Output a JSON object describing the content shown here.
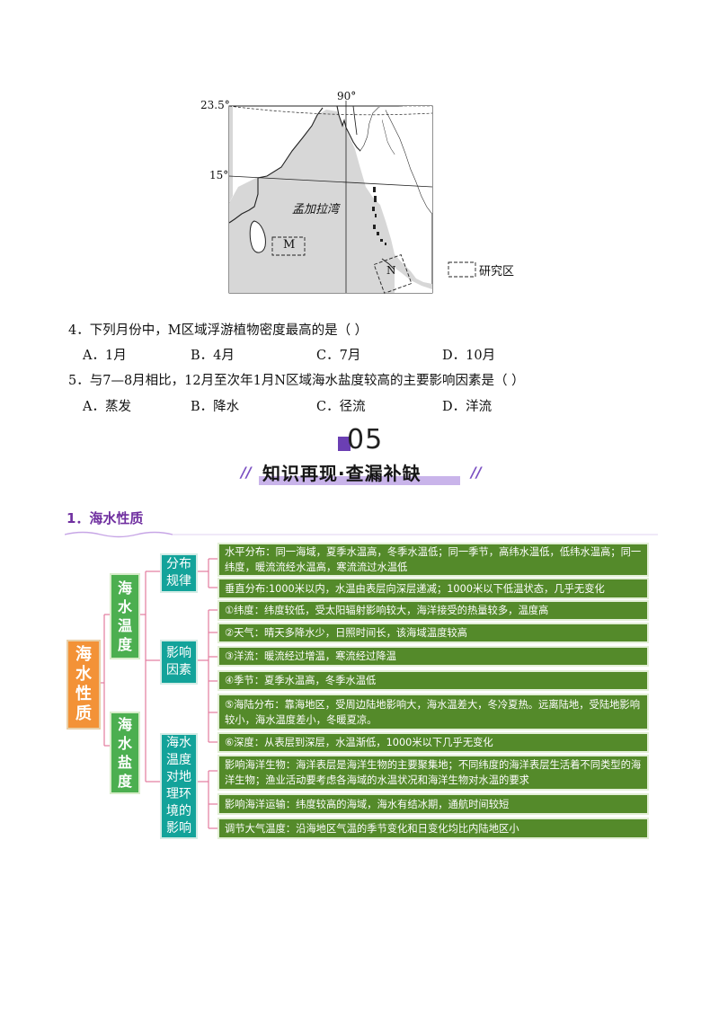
{
  "map": {
    "lat_top": "23.5°",
    "lat_mid": "15°",
    "lon_label": "90°",
    "bay_label": "孟加拉湾",
    "zone_m": "M",
    "zone_n": "N",
    "legend_label": "研究区"
  },
  "questions": [
    {
      "stem": "4．下列月份中，M区域浮游植物密度最高的是（    ）",
      "options": [
        "A．1月",
        "B．4月",
        "C．7月",
        "D．10月"
      ]
    },
    {
      "stem": "5．与7—8月相比，12月至次年1月N区域海水盐度较高的主要影响因素是（    ）",
      "options": [
        "A．蒸发",
        "B．降水",
        "C．径流",
        "D．洋流"
      ]
    }
  ],
  "banner": {
    "number": "05",
    "title": "知识再现·查漏补缺"
  },
  "section": {
    "title": "1．海水性质"
  },
  "mindmap": {
    "root": "海水性质",
    "temp": "海水温度",
    "salinity": "海水盐度",
    "dist": "分布规律",
    "factors": "影响因素",
    "env": "海水温度对地理环境的影响",
    "leaves": [
      "水平分布：同一海域，夏季水温高，冬季水温低；同一季节，高纬水温低，低纬水温高；同一纬度，暖流流经水温高，寒流流过水温低",
      "垂直分布:1000米以内，水温由表层向深层递减；1000米以下低温状态，几乎无变化",
      "①纬度：纬度较低，受太阳辐射影响较大，海洋接受的热量较多，温度高",
      "②天气：晴天多降水少，日照时间长，该海域温度较高",
      "③洋流：暖流经过增温，寒流经过降温",
      "④季节：夏季水温高，冬季水温低",
      "⑤海陆分布：靠海地区，受周边陆地影响大，海水温差大，冬冷夏热。远离陆地，受陆地影响较小，海水温度差小，冬暖夏凉。",
      "⑥深度：从表层到深层，水温渐低，1000米以下几乎无变化",
      "影响海洋生物：海洋表层是海洋生物的主要聚集地；不同纬度的海洋表层生活着不同类型的海洋生物；渔业活动要考虑各海域的水温状况和海洋生物对水温的要求",
      "影响海洋运输：纬度较高的海域，海水有结冰期，通航时间较短",
      "调节大气温度：沿海地区气温的季节变化和日变化均比内陆地区小"
    ]
  },
  "colors": {
    "root": "#f39237",
    "level1": "#4caf50",
    "level2": "#13a39a",
    "leaf": "#548a2a",
    "accent": "#7030a0"
  }
}
